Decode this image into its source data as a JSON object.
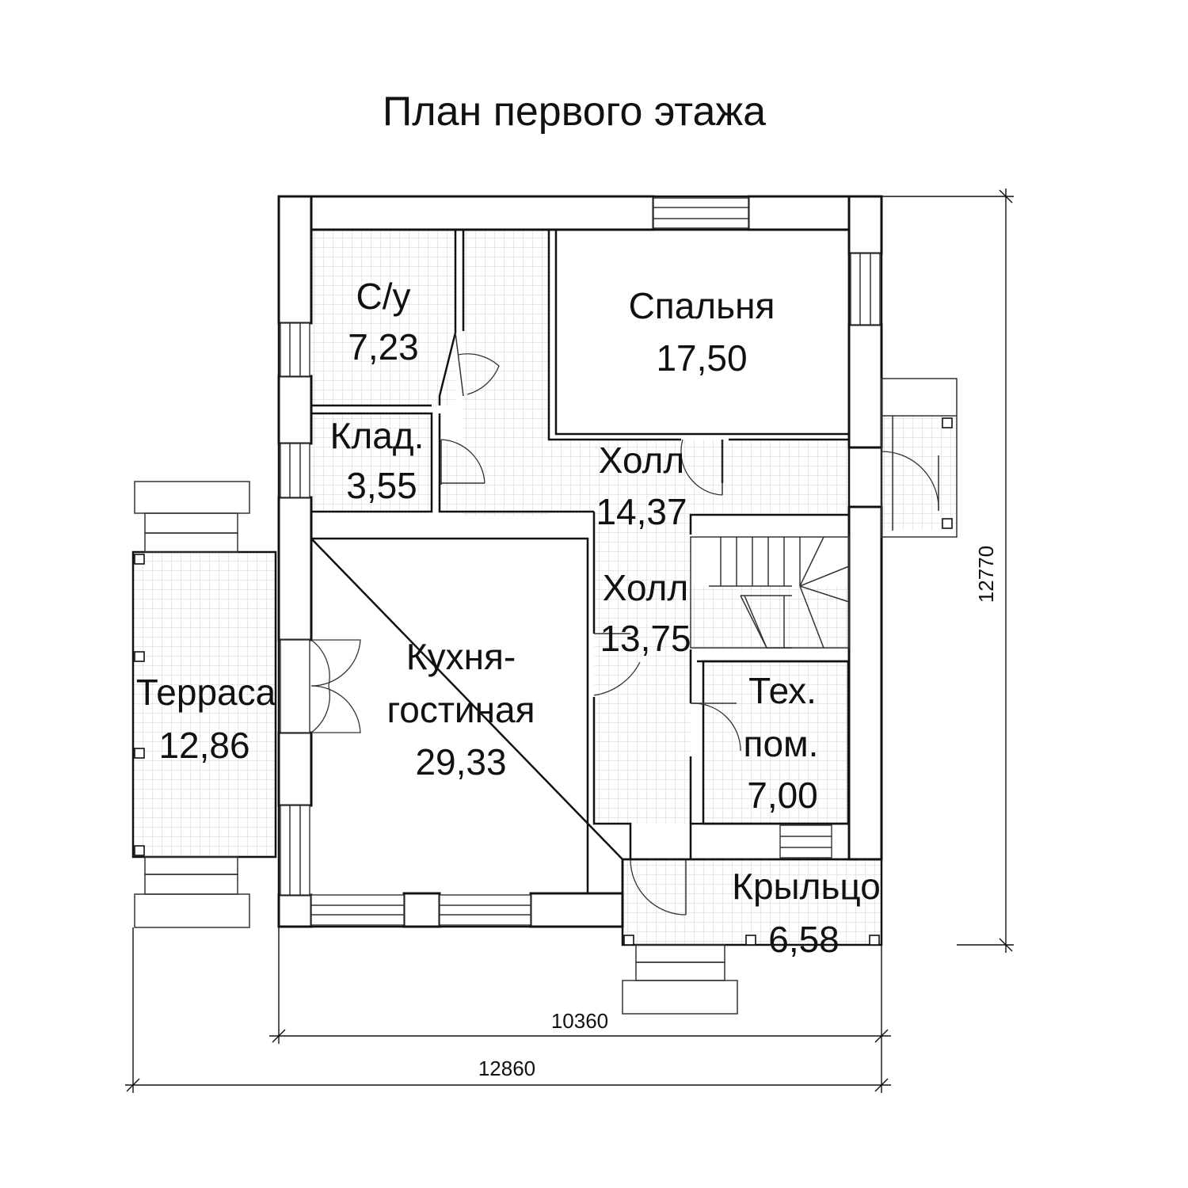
{
  "title": "План первого этажа",
  "rooms": {
    "bathroom": {
      "name": "С/у",
      "area": "7,23"
    },
    "bedroom": {
      "name": "Спальня",
      "area": "17,50"
    },
    "storage": {
      "name": "Клад.",
      "area": "3,55"
    },
    "hall_upper": {
      "name": "Холл",
      "area": "14,37"
    },
    "hall_lower": {
      "name": "Холл",
      "area": "13,75"
    },
    "kitchen": {
      "line1": "Кухня-",
      "line2": "гостиная",
      "area": "29,33"
    },
    "terrace": {
      "name": "Терраса",
      "area": "12,86"
    },
    "tech": {
      "line1": "Тех.",
      "line2": "пом.",
      "area": "7,00"
    },
    "porch": {
      "name": "Крыльцо",
      "area": "6,58"
    }
  },
  "dimensions": {
    "house_width": "10360",
    "total_width": "12860",
    "height": "12770"
  }
}
